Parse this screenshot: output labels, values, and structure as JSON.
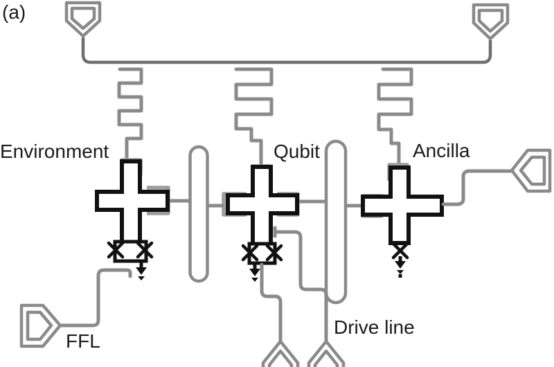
{
  "figure": {
    "panel_label": "(a)",
    "labels": {
      "environment": "Environment",
      "qubit": "Qubit",
      "ancilla": "Ancilla",
      "ffl": "FFL",
      "drive_line": "Drive line"
    },
    "colors": {
      "background": "#ffffff",
      "text": "#1a1a1a",
      "feedline_gray": "#6f6f6f",
      "line_gray": "#8a8a8a",
      "claw_gray": "#9e9e9e",
      "device_black": "#111111"
    }
  }
}
